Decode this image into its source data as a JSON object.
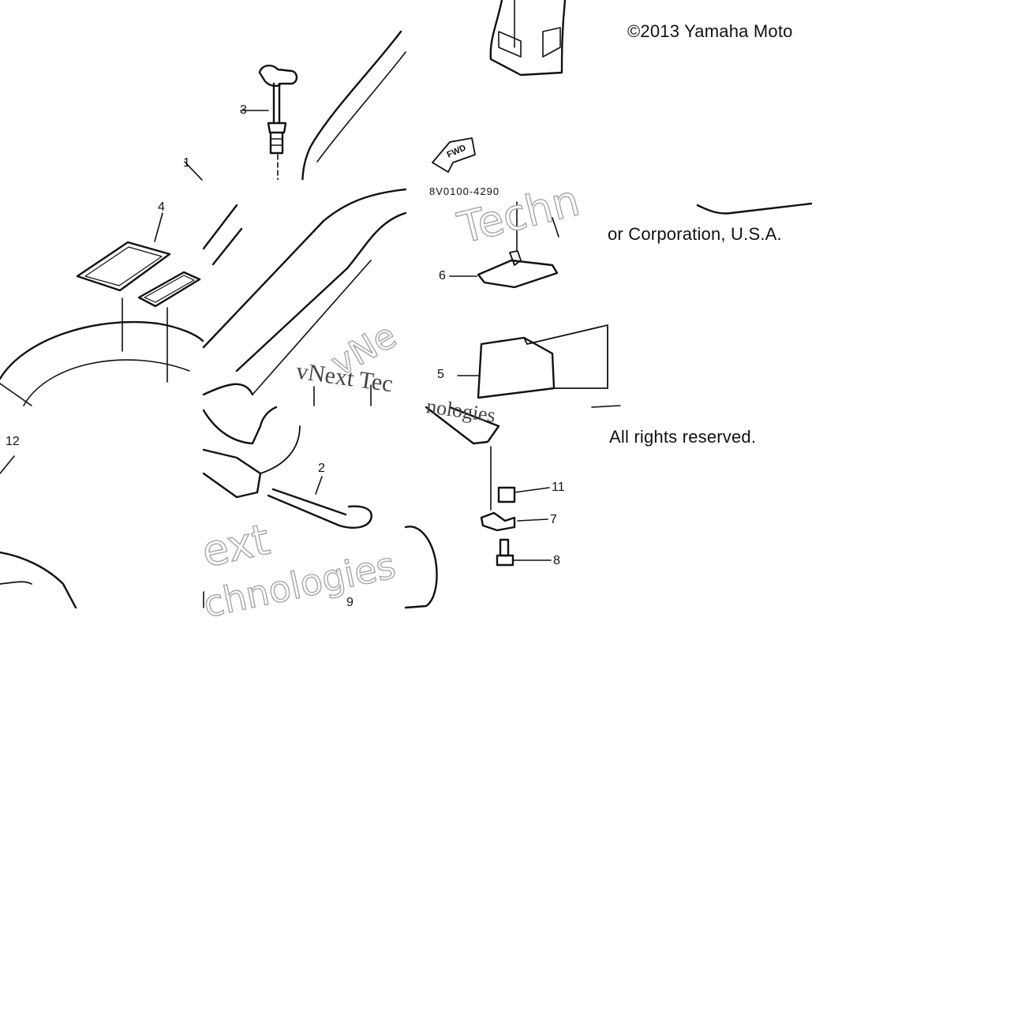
{
  "copyright": {
    "line1": "©2013 Yamaha Moto",
    "line2": "or Corporation, U.S.A.",
    "line3": "All rights reserved."
  },
  "part_number": "8V0100-4290",
  "fwd_label": "FWD",
  "callouts": [
    "1",
    "2",
    "3",
    "4",
    "5",
    "6",
    "7",
    "8",
    "9",
    "11",
    "12"
  ],
  "watermark": {
    "a": "Techn",
    "b": "vNext Tec",
    "c": "ext",
    "d": "chnologies",
    "e": "nologies",
    "f": "vNe"
  },
  "colors": {
    "line": "#111111",
    "watermark_outline": "#a6a6a6"
  }
}
